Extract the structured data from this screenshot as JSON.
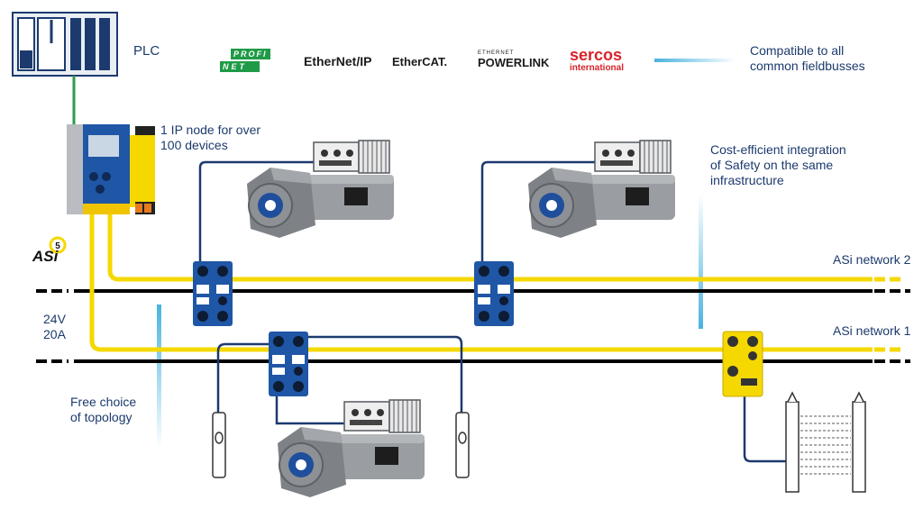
{
  "plc": {
    "label": "PLC"
  },
  "fieldbus_logos": {
    "profinet": {
      "top": "PROFI",
      "bottom": "NET"
    },
    "ethernetip": "EtherNet/IP",
    "ethercat": "EtherCAT.",
    "powerlink": {
      "top": "ETHERNET",
      "bottom": "POWERLINK"
    },
    "sercos": {
      "top": "sercos",
      "bottom": "international"
    }
  },
  "labels": {
    "compatible": [
      "Compatible to all",
      "common fieldbusses"
    ],
    "ip_node": [
      "1 IP node for over",
      "100 devices"
    ],
    "safety": [
      "Cost-efficient integration",
      "of Safety on the same",
      "infrastructure"
    ],
    "network2": "ASi network 2",
    "network1": "ASi network 1",
    "power": [
      "24V",
      "20A"
    ],
    "topology": [
      "Free choice",
      "of topology"
    ],
    "asi_logo": "ASi",
    "asi_logo_badge": "5"
  },
  "colors": {
    "navy": "#1c3a6e",
    "asi_yellow": "#f5d800",
    "light_blue": "#4ab3df",
    "module_blue": "#1f56a6",
    "plc_green": "#2e9a4a",
    "motor_gray": "#8c8f93",
    "profinet_green": "#1f9a47",
    "sercos_red": "#d8232a"
  }
}
